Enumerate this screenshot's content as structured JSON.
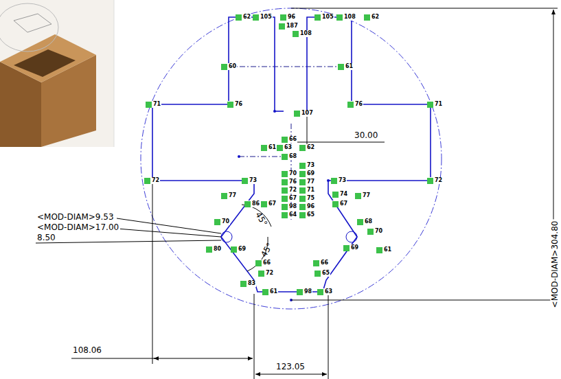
{
  "diagram": {
    "labels": [
      "30.00",
      "<MOD-DIAM>9.53",
      "<MOD-DIAM>17.00",
      "8.50",
      "108.06",
      "123.05",
      "<MOD-DIAM>304.80",
      "45°",
      "45°",
      "62",
      "105",
      "96",
      "105",
      "108",
      "62",
      "187",
      "108",
      "60",
      "61",
      "71",
      "76",
      "107",
      "76",
      "71",
      "66",
      "61",
      "63",
      "62",
      "68",
      "73",
      "70",
      "69",
      "76",
      "77",
      "72",
      "71",
      "67",
      "75",
      "98",
      "96",
      "64",
      "65",
      "72",
      "73",
      "73",
      "72",
      "77",
      "77",
      "74",
      "67",
      "86",
      "67",
      "70",
      "68",
      "70",
      "69",
      "61",
      "80",
      "69",
      "66",
      "66",
      "72",
      "65",
      "83",
      "61",
      "98",
      "63"
    ]
  }
}
